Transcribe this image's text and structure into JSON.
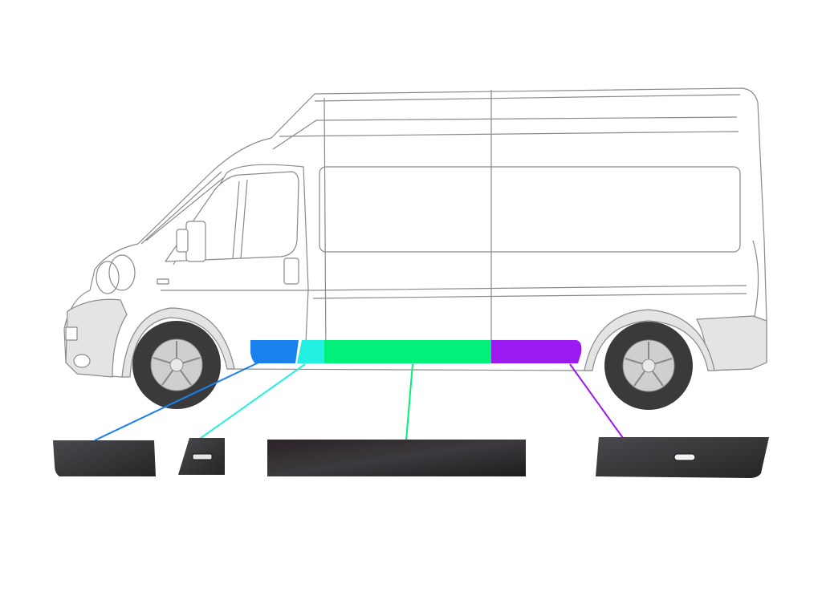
{
  "colors": {
    "outline": "#8a8a8a",
    "body": "#ffffff",
    "lower_trim": "#e4e4e4",
    "tire": "#3a3a3a",
    "rim": "#cfcfcf",
    "part_dark": "#2a2a2c",
    "part_light": "#4a4a4e"
  },
  "segments": [
    {
      "id": "front-section",
      "color": "#1a80ee"
    },
    {
      "id": "door-step-section",
      "color": "#22f0e0"
    },
    {
      "id": "middle-section",
      "color": "#00f07a"
    },
    {
      "id": "rear-section",
      "color": "#9a1af0"
    }
  ],
  "parts": [
    {
      "id": "front-moulding",
      "has_slot": false
    },
    {
      "id": "step-moulding",
      "has_slot": true
    },
    {
      "id": "middle-moulding",
      "has_slot": false
    },
    {
      "id": "rear-moulding",
      "has_slot": true
    }
  ]
}
